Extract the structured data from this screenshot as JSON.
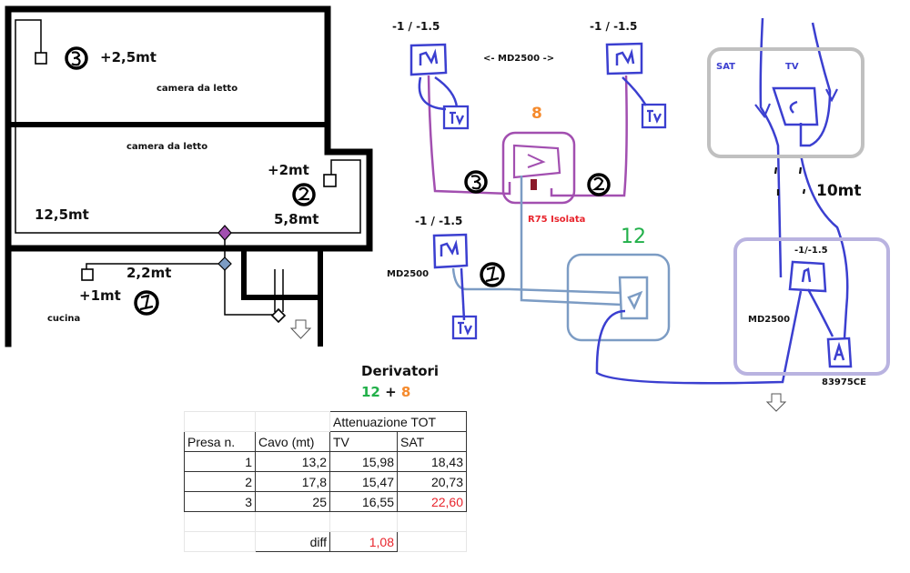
{
  "floor_plan": {
    "rooms": [
      {
        "name": "bedroom-top",
        "label": "camera da letto"
      },
      {
        "name": "bedroom-middle",
        "label": "camera da letto"
      },
      {
        "name": "kitchen",
        "label": "cucina"
      }
    ],
    "outlets": [
      {
        "number": "3",
        "height": "+2,5mt"
      },
      {
        "number": "2",
        "height": "+2mt",
        "cable": "5,8mt"
      },
      {
        "number": "1",
        "height": "+1mt",
        "cable": "2,2mt"
      }
    ],
    "cable_length_main": "12,5mt"
  },
  "schematic": {
    "outlets": [
      {
        "number": "3",
        "attenuation": "-1 / -1.5",
        "model": "MD2500",
        "symbol": "M",
        "tv_symbol": "TV"
      },
      {
        "number": "2",
        "attenuation": "-1 / -1.5",
        "symbol": "M",
        "tv_symbol": "TV"
      },
      {
        "number": "1",
        "attenuation": "-1 / -1.5",
        "model": "MD2500",
        "symbol": "M",
        "tv_symbol": "TV"
      }
    ],
    "model_label_shared": "<- MD2500 ->",
    "tap_8": {
      "value": "8",
      "color": "#f58a2c"
    },
    "tap_12": {
      "value": "12",
      "color": "#22b04a"
    },
    "resistor_label": "R75 Isolata",
    "combiner": {
      "sat_label": "SAT",
      "tv_label": "TV",
      "symbol": "C"
    },
    "cable_length": "10mt",
    "master_outlet": {
      "attenuation": "-1/-1.5",
      "model": "MD2500",
      "amp_model": "83975CE",
      "amp_symbol": "A"
    }
  },
  "summary": {
    "title": "Derivatori",
    "sum_left": "12",
    "sum_plus": "+",
    "sum_right": "8",
    "table": {
      "group_header": "Attenuazione TOT",
      "headers": [
        "Presa n.",
        "Cavo (mt)",
        "TV",
        "SAT"
      ],
      "rows": [
        {
          "presa": "1",
          "cavo": "13,2",
          "tv": "15,98",
          "sat": "18,43",
          "sat_highlight": false
        },
        {
          "presa": "2",
          "cavo": "17,8",
          "tv": "15,47",
          "sat": "20,73",
          "sat_highlight": false
        },
        {
          "presa": "3",
          "cavo": "25",
          "tv": "16,55",
          "sat": "22,60",
          "sat_highlight": true
        }
      ],
      "diff_label": "diff",
      "diff_value": "1,08"
    }
  },
  "colors": {
    "wall": "#000000",
    "cable_blue": "#3b3fd0",
    "cable_purple": "#a24fb0",
    "cable_steel": "#7c9cc4",
    "box_gray": "#c0c0c0",
    "box_lavender": "#b9b3e0",
    "red_text": "#e8242c"
  }
}
